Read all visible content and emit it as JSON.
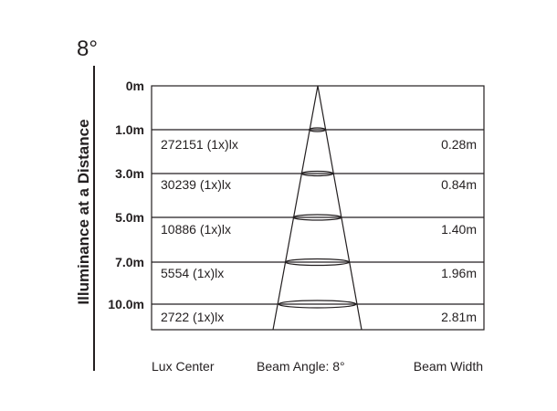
{
  "beam_angle_heading": "8°",
  "y_axis_label": "Illuminance at a Distance",
  "rows": [
    {
      "distance": "0m"
    },
    {
      "distance": "1.0m",
      "lux": "272151 (1x)lx",
      "beam_width": "0.28m"
    },
    {
      "distance": "3.0m",
      "lux": "30239 (1x)lx",
      "beam_width": "0.84m"
    },
    {
      "distance": "5.0m",
      "lux": "10886 (1x)lx",
      "beam_width": "1.40m"
    },
    {
      "distance": "7.0m",
      "lux": "5554 (1x)lx",
      "beam_width": "1.96m"
    },
    {
      "distance": "10.0m",
      "lux": "2722 (1x)lx",
      "beam_width": "2.81m"
    }
  ],
  "footer": {
    "lux_center": "Lux Center",
    "beam_angle": "Beam Angle: 8°",
    "beam_width": "Beam Width"
  }
}
